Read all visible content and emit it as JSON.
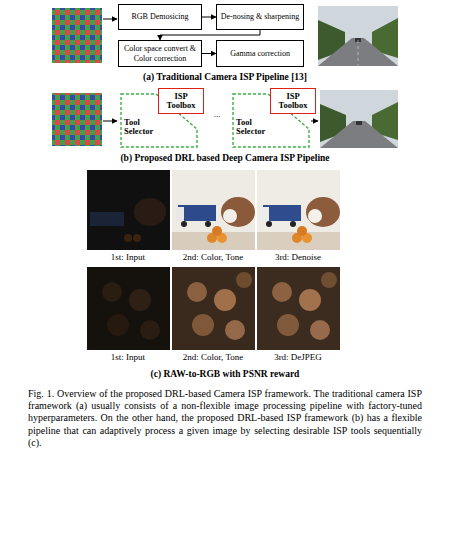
{
  "diagram": {
    "caption": "Fig. 1. Overview of the proposed DRL-based Camera ISP framework. The traditional camera ISP framework (a) usually consists of a non-flexible image processing pipeline with factory-tuned hyperparameters. On the other hand, the proposed DRL-based ISP framework (b) has a flexible pipeline that can adaptively process a given image by selecting desirable ISP tools sequentially (c).",
    "nodes": [
      {
        "text": [
          "RGB Demosicing"
        ]
      },
      {
        "text": [
          "De-nosing & sharpening"
        ]
      },
      {
        "text": [
          "Color space convert & Color correction"
        ]
      },
      {
        "text": [
          "Gamma correction"
        ]
      },
      {
        "text": [
          "Tool Selector"
        ]
      },
      {
        "text": [
          "ISP Toolbox"
        ]
      },
      {
        "text": [
          "Tool Selector"
        ]
      },
      {
        "text": [
          "ISP Toolbox"
        ]
      }
    ],
    "edges": [
      {
        "from": 0,
        "to": 1,
        "arrow": "to"
      },
      {
        "from": 1,
        "to": 2,
        "arrow": "to"
      },
      {
        "from": 2,
        "to": 3,
        "arrow": "to"
      }
    ],
    "labels": [
      "(a) Traditional Camera ISP Pipeline [13]",
      "(b) Proposed DRL based Deep Camera ISP Pipeline",
      "...",
      "1st: Input",
      "2nd: Color, Tone",
      "3rd: Denoise",
      "1st: Input",
      "2nd: Color, Tone",
      "3rd: DeJPEG",
      "(c) RAW-to-RGB with PSNR reward"
    ]
  }
}
